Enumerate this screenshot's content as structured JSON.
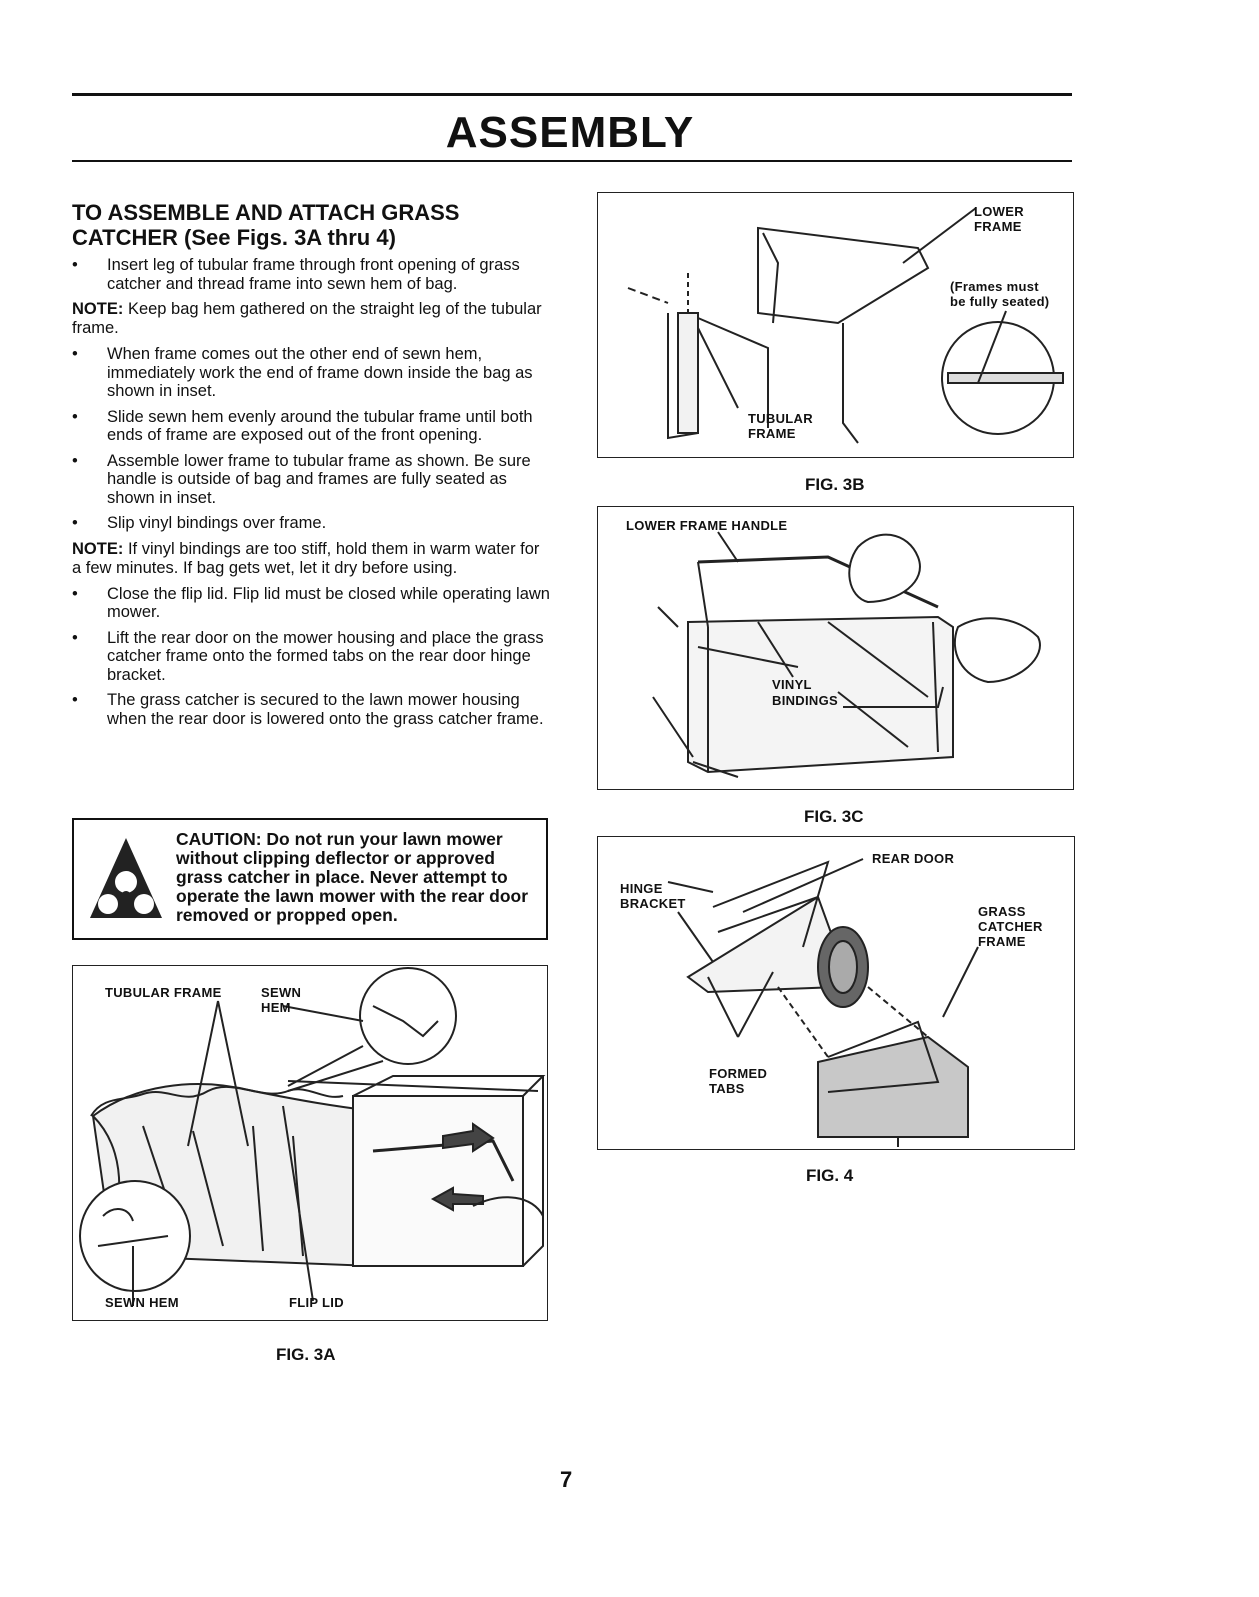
{
  "page": {
    "title": "ASSEMBLY",
    "page_number": "7"
  },
  "section": {
    "heading_line1": "TO ASSEMBLE AND ATTACH GRASS",
    "heading_line2": "CATCHER (See Figs. 3A thru 4)",
    "bullet_symbol": "•",
    "step1": "Insert leg of tubular frame through front opening of grass catcher and thread frame into sewn hem of bag.",
    "note1_label": "NOTE:",
    "note1_text": "Keep bag hem gathered on the straight leg of the tubular frame.",
    "step2": "When frame comes out the other end of sewn hem, immediately work the end of frame down inside the bag as shown in inset.",
    "step3": "Slide sewn hem evenly around the tubular frame until both ends of frame are exposed out of the front opening.",
    "step4": "Assemble lower frame to tubular frame as shown. Be sure handle is outside of bag and frames are fully seated as shown in inset.",
    "step5": "Slip vinyl bindings over frame.",
    "note2_label": "NOTE:",
    "note2_text": "If vinyl bindings are too stiff, hold them in warm water for a few minutes. If bag gets wet, let it dry before using.",
    "step6": "Close the flip lid. Flip lid must be closed while operating lawn mower.",
    "step7": "Lift the rear door on the mower housing and place the grass catcher frame onto the formed tabs on the rear door hinge bracket.",
    "step8": "The grass catcher is secured to the lawn mower housing when the rear door is lowered onto the grass catcher frame."
  },
  "caution": {
    "text": "CAUTION: Do not run your lawn mower without clipping deflector or approved grass catcher in place. Never attempt to operate the lawn mower with the rear door removed or propped open."
  },
  "fig3a": {
    "caption": "FIG. 3A",
    "label_tubular_frame": "TUBULAR FRAME",
    "label_sewn": "SEWN",
    "label_hem": "HEM",
    "label_sewn_hem": "SEWN HEM",
    "label_flip_lid": "FLIP LID"
  },
  "fig3b": {
    "caption": "FIG. 3B",
    "label_lower": "LOWER",
    "label_frame": "FRAME",
    "label_frames_must": "(Frames must",
    "label_be_fully_seated": "be fully seated)",
    "label_tubular": "TUBULAR",
    "label_frame2": "FRAME"
  },
  "fig3c": {
    "caption": "FIG. 3C",
    "label_lower_frame_handle": "LOWER FRAME HANDLE",
    "label_vinyl": "VINYL",
    "label_bindings": "BINDINGS"
  },
  "fig4": {
    "caption": "FIG. 4",
    "label_rear_door": "REAR DOOR",
    "label_hinge": "HINGE",
    "label_bracket": "BRACKET",
    "label_grass": "GRASS",
    "label_catcher": "CATCHER",
    "label_frame": "FRAME",
    "label_formed": "FORMED",
    "label_tabs": "TABS"
  }
}
